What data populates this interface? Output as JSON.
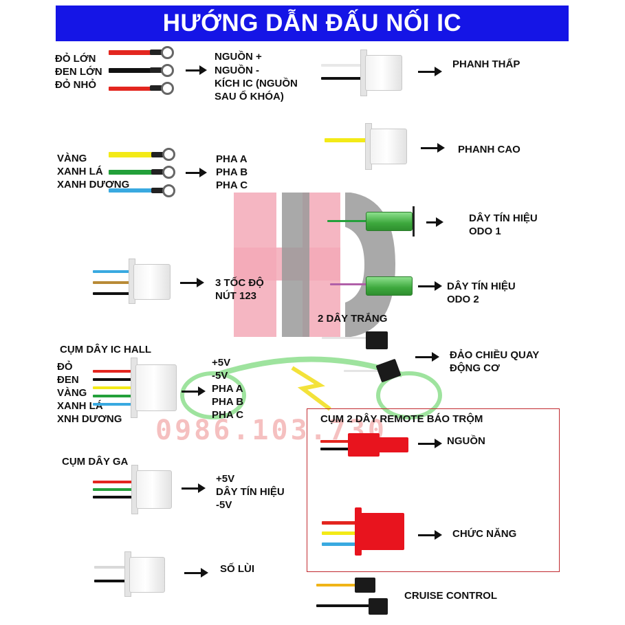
{
  "title": "HƯỚNG DẪN ĐẤU NỐI IC",
  "watermark": {
    "phone": "0986.103.730",
    "logo": "HD",
    "colors": {
      "pink": "#f3a9b7",
      "gray": "#9a9a9a",
      "green": "#6ccf6c",
      "yellow": "#f3e23a"
    }
  },
  "power": {
    "wires": [
      "ĐỎ LỚN",
      "ĐEN LỚN",
      "ĐỎ NHỎ"
    ],
    "targets": [
      "NGUỒN +",
      "NGUỒN -",
      "KÍCH IC (NGUỒN",
      "SAU Ổ KHÓA)"
    ]
  },
  "phase": {
    "wires": [
      "VÀNG",
      "XANH LÁ",
      "XANH DƯƠNG"
    ],
    "targets": [
      "PHA A",
      "PHA B",
      "PHA C"
    ]
  },
  "speed": {
    "target": [
      "3 TỐC ĐỘ",
      "NÚT 123"
    ]
  },
  "hall": {
    "title": "CỤM DÂY IC HALL",
    "wires": [
      "ĐỎ",
      "ĐEN",
      "VÀNG",
      "XANH LÁ",
      "XNH DƯƠNG"
    ],
    "targets": [
      "+5V",
      "-5V",
      "PHA A",
      "PHA B",
      "PHA C"
    ]
  },
  "throttle": {
    "title": "CỤM DÂY GA",
    "targets": [
      "+5V",
      "DÂY TÍN HIỆU",
      "-5V"
    ]
  },
  "reverse": {
    "target": "SỐ LÙI"
  },
  "brake_low": {
    "target": "PHANH THẤP"
  },
  "brake_high": {
    "target": "PHANH CAO"
  },
  "odo1": {
    "target": [
      "DÂY TÍN HIỆU",
      "ODO 1"
    ]
  },
  "odo2": {
    "target": [
      "DÂY TÍN HIỆU",
      "ODO 2"
    ]
  },
  "reverse_motor": {
    "title": "2 DÂY TRẮNG",
    "target": [
      "ĐẢO CHIỀU QUAY",
      "ĐỘNG CƠ"
    ]
  },
  "remote": {
    "title": "CỤM 2 DÂY REMOTE BÁO TRỘM",
    "power": "NGUỒN",
    "function": "CHỨC NĂNG"
  },
  "cruise": {
    "target": "CRUISE CONTROL"
  },
  "colors": {
    "red": "#e3261f",
    "black": "#111111",
    "yellow": "#f3ea17",
    "green": "#23a03a",
    "blue": "#39a9e0",
    "brown": "#b88a36",
    "white": "#e8e8e8",
    "purple": "#b05fa8",
    "title_bg": "#1515e6",
    "box": "#c0282d"
  }
}
